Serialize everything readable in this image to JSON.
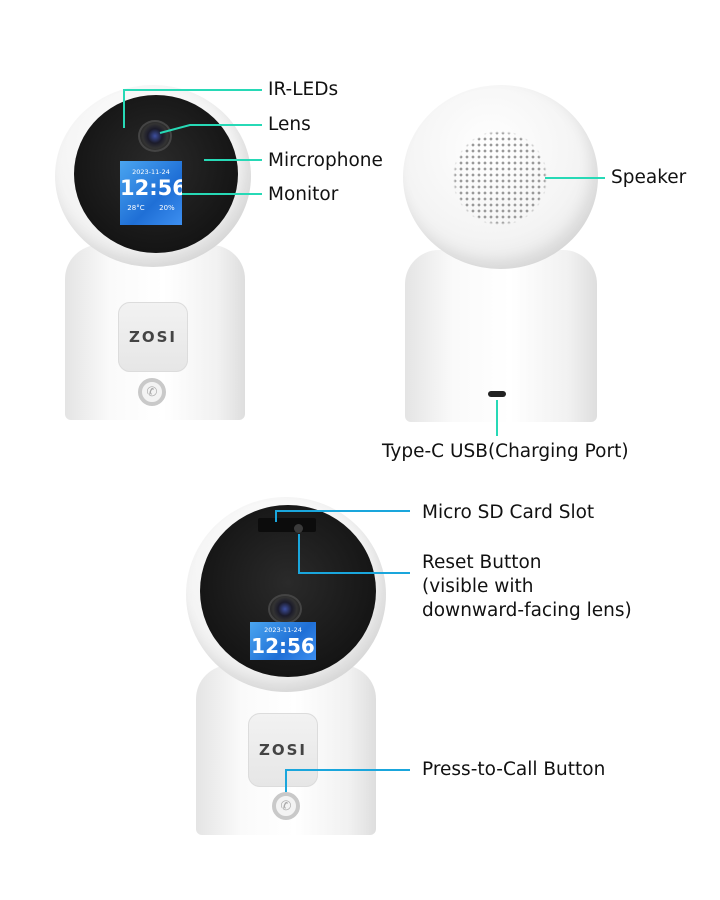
{
  "brand": "ZOSI",
  "screen": {
    "date": "2023-11-24",
    "time": "12:56",
    "temperature": "28°C",
    "humidity": "20%"
  },
  "labels": {
    "ir_leds": "IR-LEDs",
    "lens": "Lens",
    "microphone": "Mircrophone",
    "monitor": "Monitor",
    "speaker": "Speaker",
    "usb": "Type-C USB(Charging Port)",
    "sd_slot": "Micro SD Card Slot",
    "reset_line1": "Reset Button",
    "reset_line2": "(visible with",
    "reset_line3": "downward-facing lens)",
    "call_button": "Press-to-Call Button"
  },
  "colors": {
    "callout_top": "#27d9b6",
    "callout_bottom": "#1aa6dc"
  }
}
